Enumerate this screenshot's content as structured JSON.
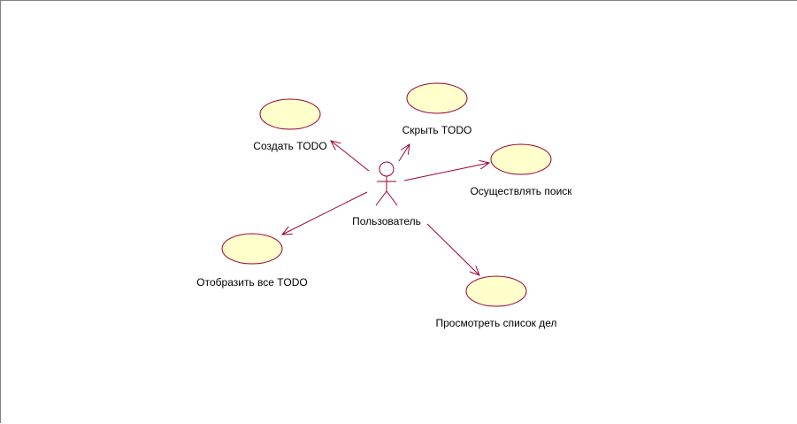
{
  "diagram": {
    "actor": {
      "name": "Пользователь"
    },
    "use_cases": [
      {
        "id": "create",
        "label": "Создать TODO"
      },
      {
        "id": "hide",
        "label": "Скрыть TODO"
      },
      {
        "id": "search",
        "label": "Осуществлять поиск"
      },
      {
        "id": "show_all",
        "label": "Отобразить все TODO"
      },
      {
        "id": "view_list",
        "label": "Просмотреть список дел"
      }
    ],
    "associations": [
      {
        "from": "actor",
        "to": "create"
      },
      {
        "from": "actor",
        "to": "hide"
      },
      {
        "from": "actor",
        "to": "search"
      },
      {
        "from": "actor",
        "to": "show_all"
      },
      {
        "from": "actor",
        "to": "view_list"
      }
    ],
    "colors": {
      "use_case_fill": "#ffffcc",
      "line": "#990033",
      "text": "#000000",
      "frame": "#808080"
    }
  }
}
